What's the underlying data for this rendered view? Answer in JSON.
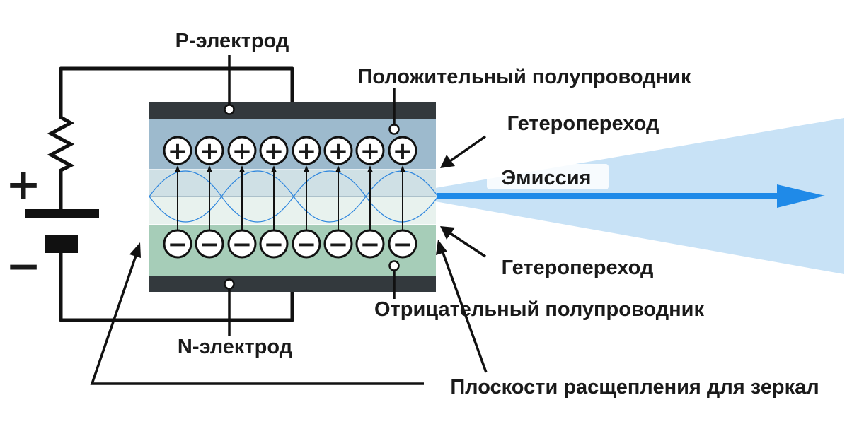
{
  "labels": {
    "p_electrode": "P-электрод",
    "n_electrode": "N-электрод",
    "p_semiconductor": "Положительный полупроводник",
    "n_semiconductor": "Отрицательный полупроводник",
    "heterojunction_top": "Гетеропереход",
    "heterojunction_bottom": "Гетеропереход",
    "emission": "Эмиссия",
    "cleavage_planes": "Плоскости расщепления для зеркал"
  },
  "battery": {
    "plus_sign": "+",
    "minus_sign": "−"
  },
  "carriers": {
    "holes": [
      "+",
      "+",
      "+",
      "+",
      "+",
      "+",
      "+",
      "+"
    ],
    "electrons": [
      "−",
      "−",
      "−",
      "−",
      "−",
      "−",
      "−",
      "−"
    ]
  },
  "colors": {
    "electrode": "#33393d",
    "p_layer": "#9dbacd",
    "n_layer": "#a6cdb8",
    "active_layer": "#e6f0ee",
    "beam": "#c8e2f6",
    "beam_arrow": "#1f8ae8",
    "wave": "#2e86de",
    "wire": "#111111"
  }
}
